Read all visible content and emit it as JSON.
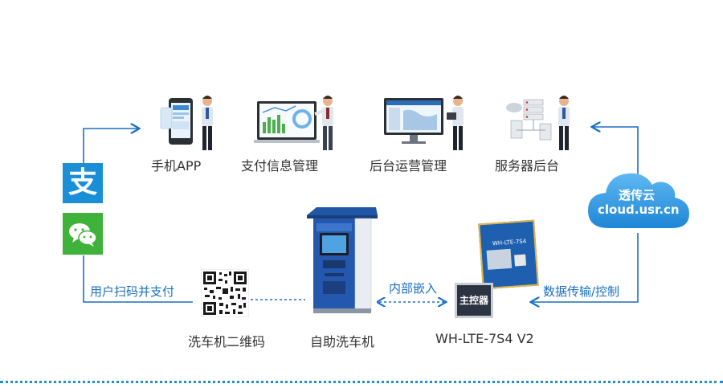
{
  "top_row": {
    "app": "手机APP",
    "payment_info": "支付信息管理",
    "backend_ops": "后台运营管理",
    "server_backend": "服务器后台"
  },
  "cloud": {
    "title": "透传云",
    "url": "cloud.usr.cn"
  },
  "flow_labels": {
    "user_scan_pay": "用户扫码并支付",
    "embedded": "内部嵌入",
    "data_transfer": "数据传输/控制"
  },
  "bottom_row": {
    "qr_code": "洗车机二维码",
    "self_service_washer": "自助洗车机",
    "module_model": "WH-LTE-7S4 V2"
  },
  "chip": {
    "label": "主控器"
  },
  "module_board": {
    "label": "WH-LTE-7S4"
  },
  "pay_icons": {
    "alipay": "支"
  },
  "colors": {
    "accent": "#1a6fc4",
    "alipay": "#1a8fd8",
    "wechat": "#3fb23a"
  }
}
